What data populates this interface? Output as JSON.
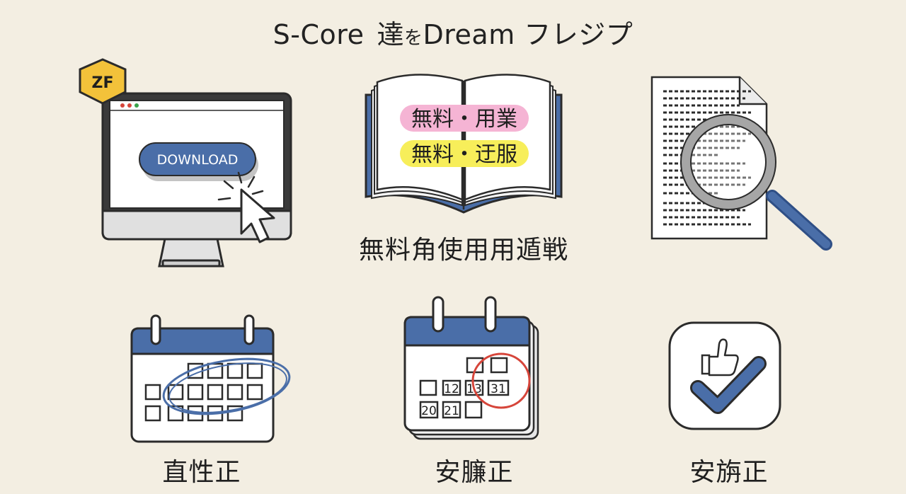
{
  "title": {
    "part1": "S-Core",
    "part2": "達",
    "part3": "を",
    "part4": "Dream フレジプ"
  },
  "download_panel": {
    "badge": "ZF",
    "button_label": "DOWNLOAD"
  },
  "book_panel": {
    "highlight_pink": "無料・用業",
    "highlight_yellow": "無料・迂服",
    "caption": "無料角使用用遁戦"
  },
  "calendar_panels": [
    {
      "caption": "直性正"
    },
    {
      "dates": [
        "12",
        "13",
        "31",
        "20",
        "21"
      ],
      "caption": "安臁正"
    },
    {
      "caption": "安旃正"
    }
  ],
  "colors": {
    "background": "#f3eee2",
    "blue": "#4a6ea8",
    "dark_blue": "#2f4f86",
    "red": "#d6453a",
    "pink_highlight": "#f5b4d4",
    "yellow_highlight": "#f7ee5a",
    "badge_yellow": "#f3c23a",
    "outline": "#2b2b2b"
  }
}
